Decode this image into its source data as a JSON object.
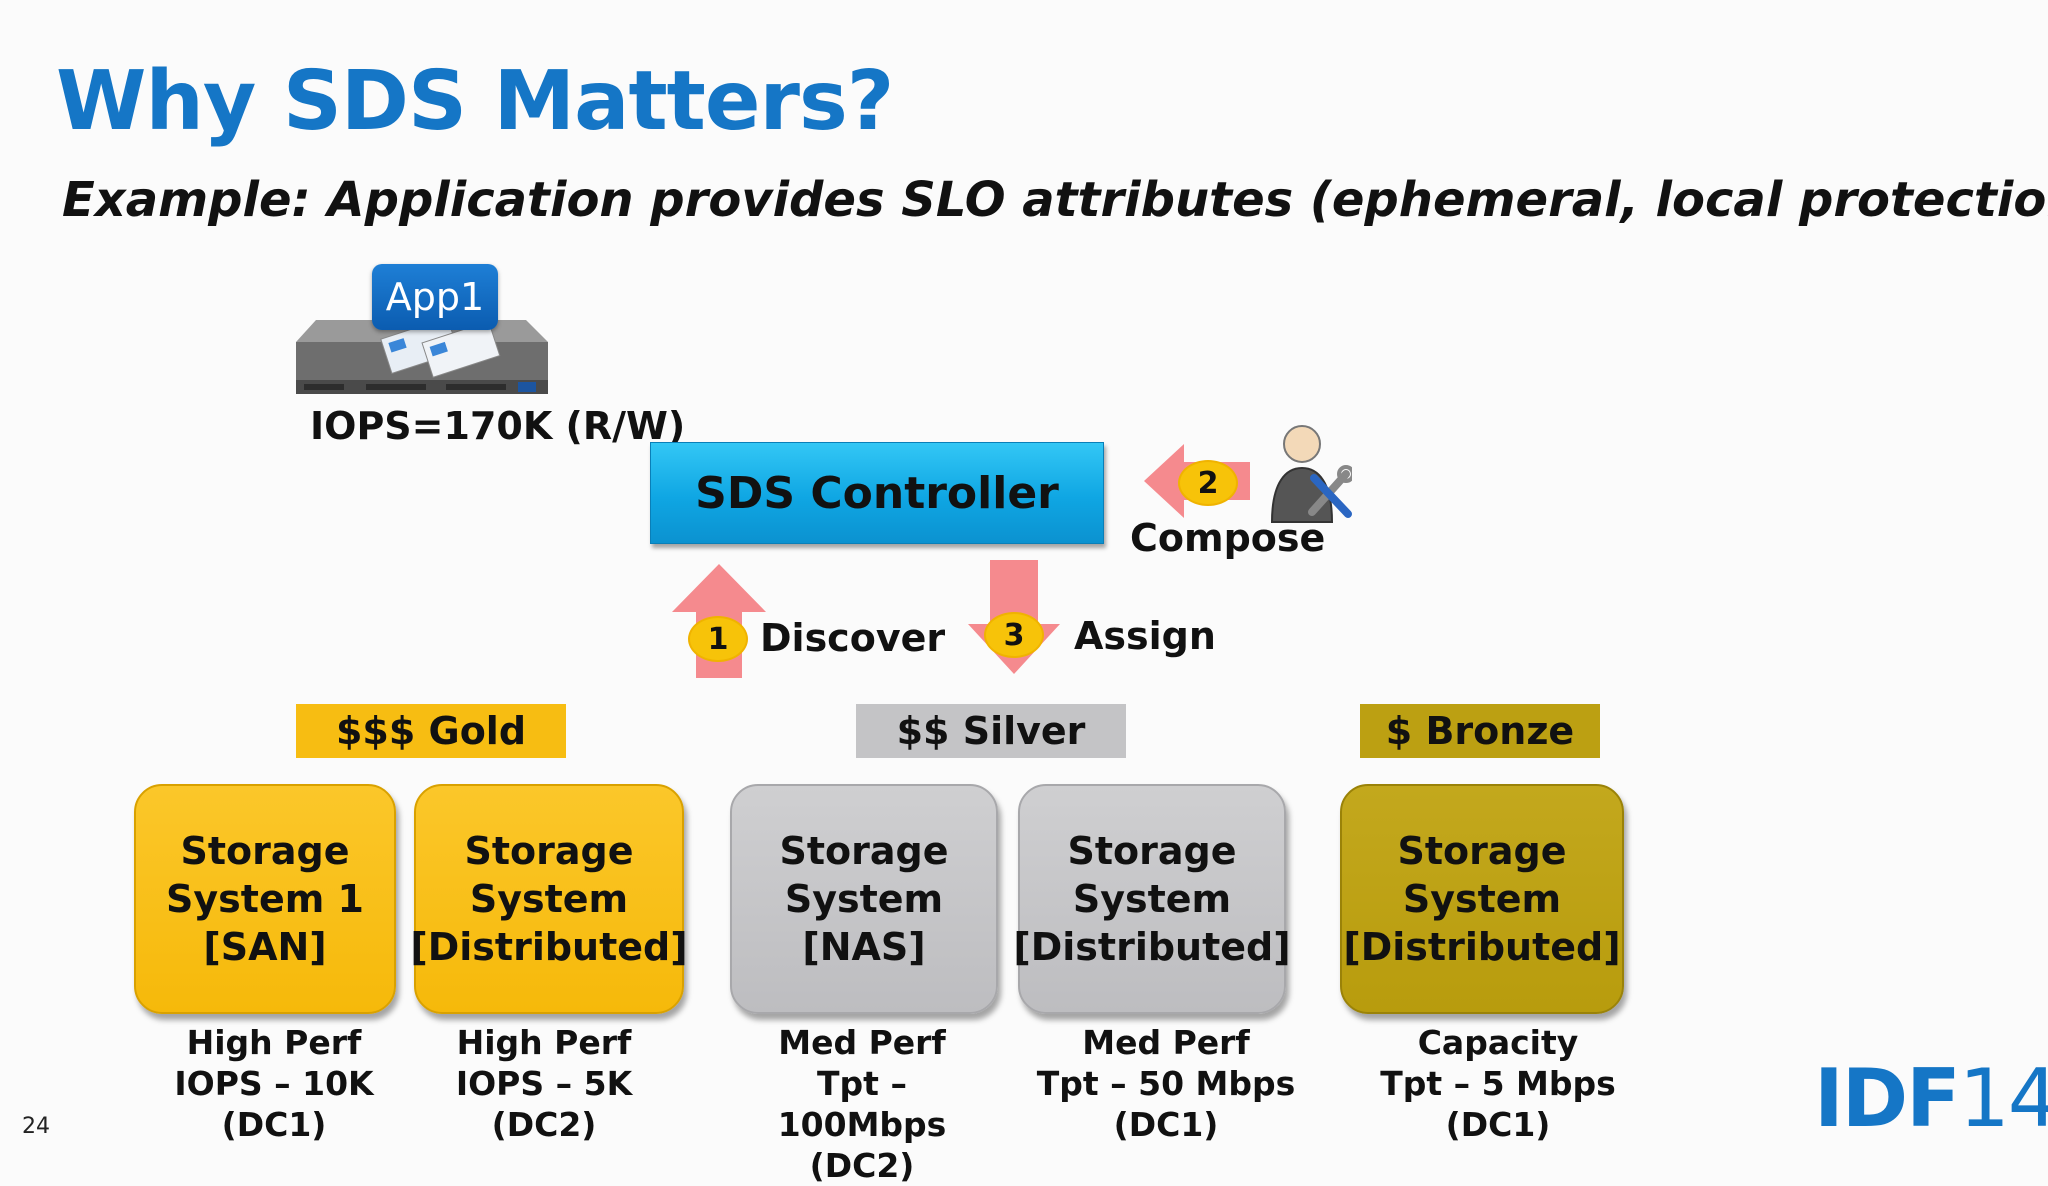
{
  "title": "Why SDS Matters?",
  "subtitle": "Example: Application provides SLO attributes (ephemeral, local protection)",
  "app": {
    "badge": "App1",
    "iops": "IOPS=170K (R/W)"
  },
  "controller": {
    "label": "SDS Controller"
  },
  "steps": [
    {
      "number": "1",
      "label": "Discover"
    },
    {
      "number": "2",
      "label": "Compose"
    },
    {
      "number": "3",
      "label": "Assign"
    }
  ],
  "tiers": {
    "gold": "$$$ Gold",
    "silver": "$$ Silver",
    "bronze": "$ Bronze"
  },
  "storage": [
    {
      "label": "Storage\nSystem 1\n[SAN]",
      "desc": "High Perf\nIOPS – 10K\n(DC1)",
      "tier": "gold"
    },
    {
      "label": "Storage\nSystem\n[Distributed]",
      "desc": "High Perf\nIOPS – 5K\n(DC2)",
      "tier": "gold"
    },
    {
      "label": "Storage\nSystem\n[NAS]",
      "desc": "Med Perf\nTpt – 100Mbps\n(DC2)",
      "tier": "silver"
    },
    {
      "label": "Storage\nSystem\n[Distributed]",
      "desc": "Med Perf\nTpt – 50 Mbps\n(DC1)",
      "tier": "silver"
    },
    {
      "label": "Storage\nSystem\n[Distributed]",
      "desc": "Capacity\nTpt – 5 Mbps\n(DC1)",
      "tier": "bronze"
    }
  ],
  "colors": {
    "title": "#1576c6",
    "gold": "#f7bd12",
    "silver": "#c4c4c6",
    "bronze": "#bca012",
    "arrow": "#f58a8e",
    "controller": "#1aaee8"
  },
  "footer": {
    "page": "24",
    "logo_bold": "IDF",
    "logo_num": "14"
  }
}
